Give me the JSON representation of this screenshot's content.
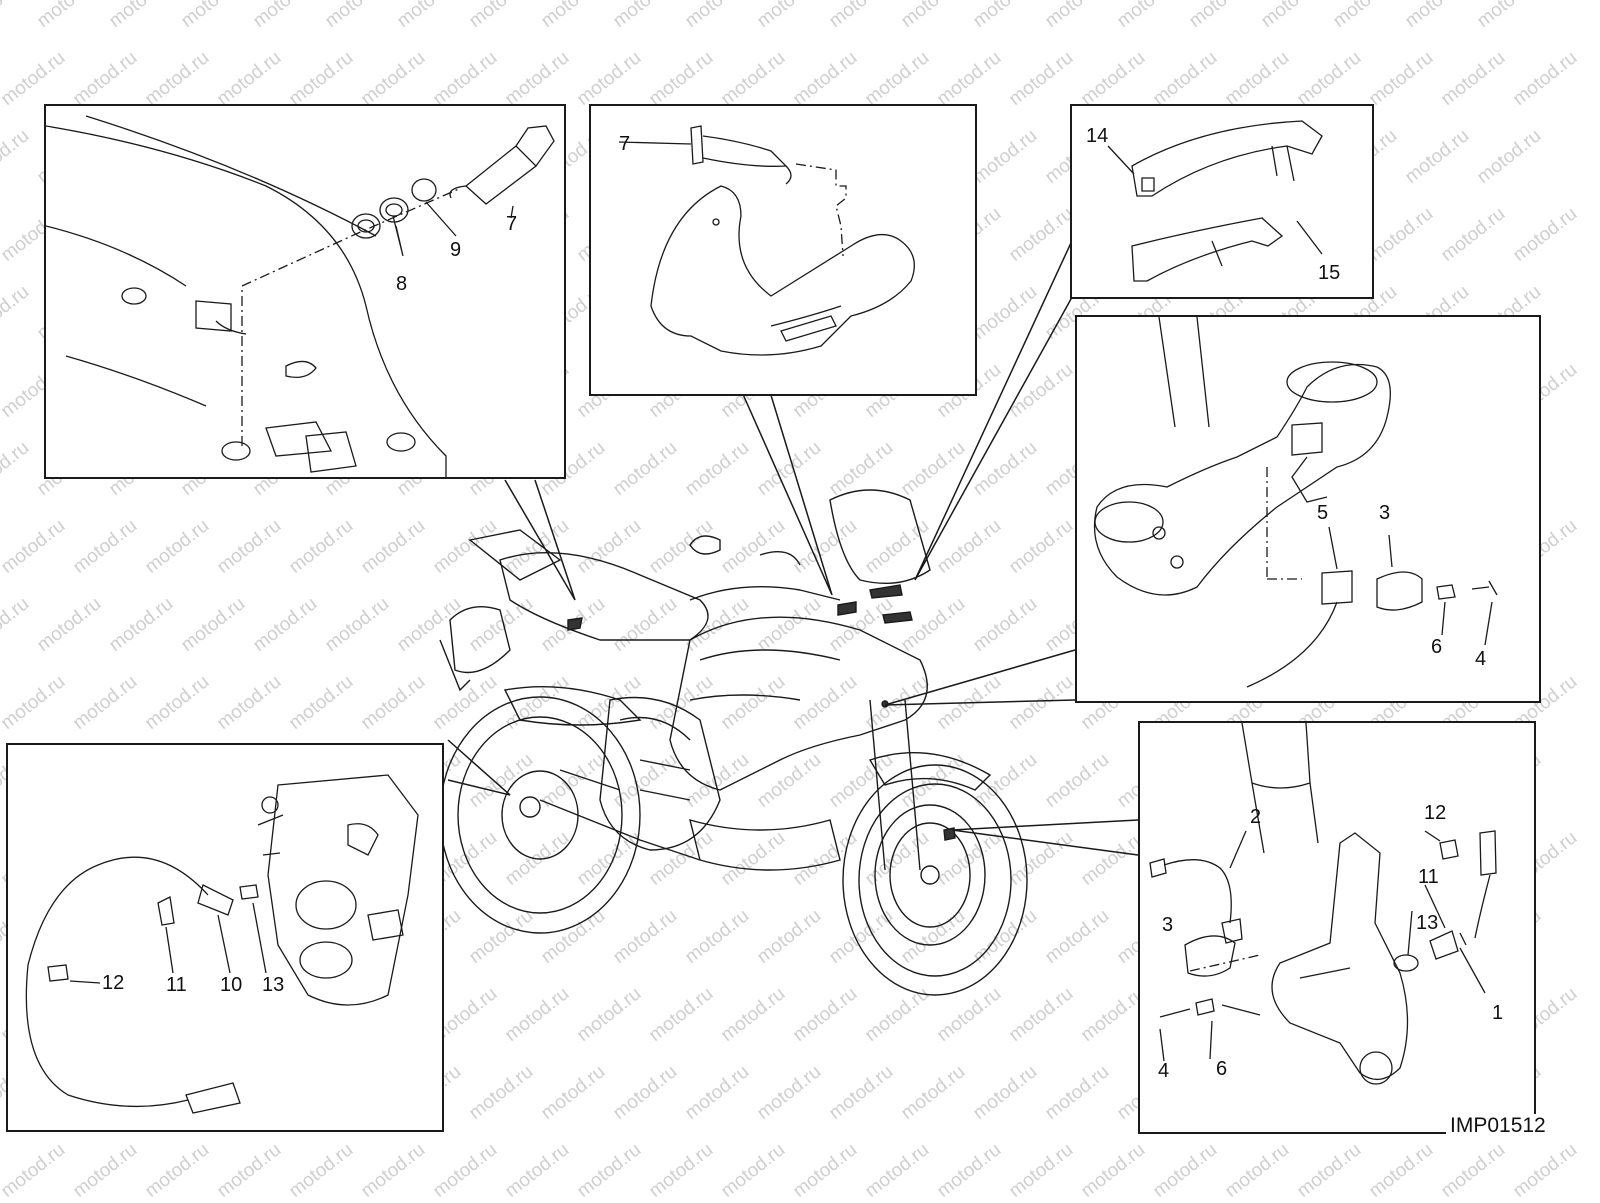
{
  "watermark": {
    "text": "motod.ru",
    "color": "#cfcfcf"
  },
  "reference_code": "IMP01512",
  "panels": {
    "top_left": {
      "callouts": [
        "7",
        "8",
        "9"
      ]
    },
    "top_center": {
      "callouts": [
        "7"
      ]
    },
    "top_right": {
      "callouts": [
        "14",
        "15"
      ]
    },
    "mid_right": {
      "callouts": [
        "5",
        "3",
        "6",
        "4"
      ]
    },
    "bottom_left": {
      "callouts": [
        "12",
        "11",
        "10",
        "13"
      ]
    },
    "bottom_right": {
      "callouts": [
        "2",
        "12",
        "11",
        "3",
        "13",
        "1",
        "4",
        "6"
      ]
    }
  },
  "colors": {
    "line": "#1a1a1a",
    "background": "#ffffff"
  }
}
